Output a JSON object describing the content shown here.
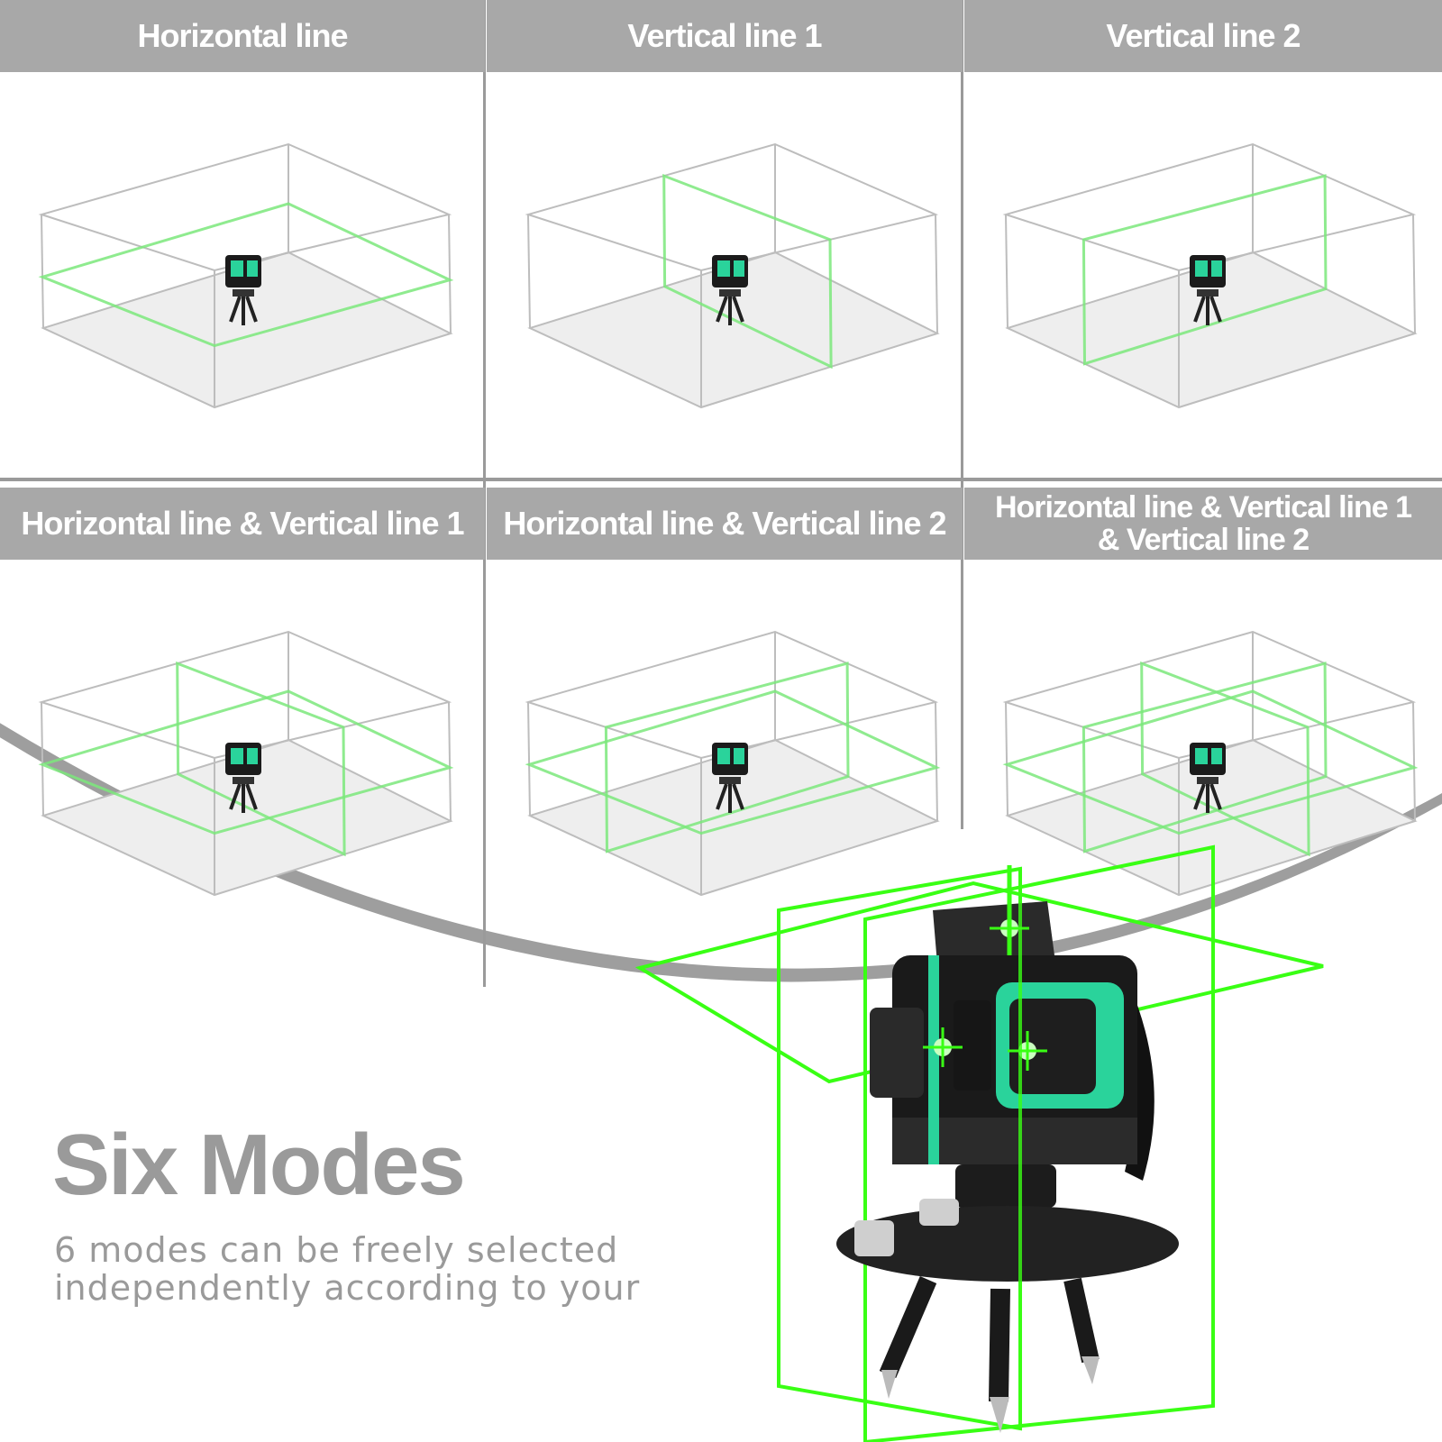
{
  "modes": [
    {
      "label": "Horizontal line",
      "h": true,
      "v1": false,
      "v2": false
    },
    {
      "label": "Vertical line 1",
      "h": false,
      "v1": true,
      "v2": false
    },
    {
      "label": "Vertical line 2",
      "h": false,
      "v1": false,
      "v2": true
    },
    {
      "label": "Horizontal line & Vertical line 1",
      "h": true,
      "v1": true,
      "v2": false
    },
    {
      "label": "Horizontal line & Vertical line 2",
      "h": true,
      "v1": false,
      "v2": true
    },
    {
      "label": "Horizontal line & Vertical line 1\n& Vertical line 2",
      "h": true,
      "v1": true,
      "v2": true
    }
  ],
  "promo": {
    "title": "Six Modes",
    "subtitle": "6 modes can be freely selected independently according to your"
  },
  "colors": {
    "header_bg": "#a8a8a8",
    "laser_green": "#39ff14",
    "soft_green": "#7be87b",
    "text_gray": "#9a9a9a",
    "arc_gray": "#9e9e9e",
    "device_accent": "#2ad39b"
  }
}
